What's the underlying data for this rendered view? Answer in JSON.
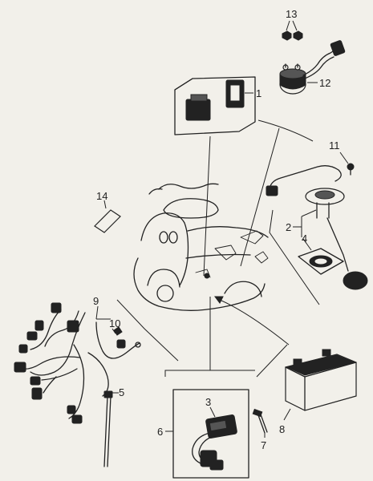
{
  "diagram": {
    "callouts": {
      "c1": "1",
      "c2": "2",
      "c3": "3",
      "c4": "4",
      "c5": "5",
      "c6": "6",
      "c7": "7",
      "c8": "8",
      "c9": "9",
      "c10": "10",
      "c11": "11",
      "c12": "12",
      "c13": "13",
      "c14": "14"
    },
    "parts": [
      {
        "id": "1",
        "name": "cdi-unit-and-relay"
      },
      {
        "id": "2",
        "name": "fuel-level-sender"
      },
      {
        "id": "3",
        "name": "ignition-coil"
      },
      {
        "id": "4",
        "name": "sender-gasket"
      },
      {
        "id": "5",
        "name": "cable-tie"
      },
      {
        "id": "6",
        "name": "ignition-coil-assembly"
      },
      {
        "id": "7",
        "name": "bolt"
      },
      {
        "id": "8",
        "name": "battery"
      },
      {
        "id": "9",
        "name": "main-wire-harness"
      },
      {
        "id": "10",
        "name": "clip"
      },
      {
        "id": "11",
        "name": "screw"
      },
      {
        "id": "12",
        "name": "starter-relay"
      },
      {
        "id": "13",
        "name": "nuts"
      },
      {
        "id": "14",
        "name": "fuse"
      }
    ]
  }
}
